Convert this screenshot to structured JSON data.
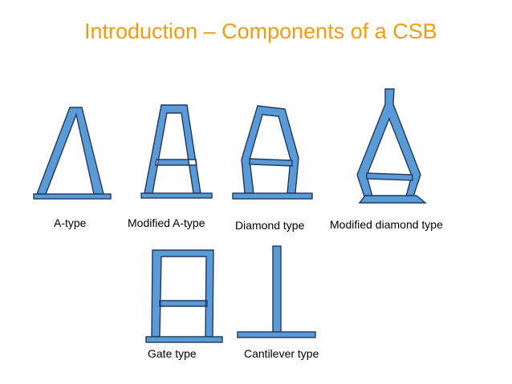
{
  "slide": {
    "title": "Introduction – Components of a CSB",
    "title_color": "#f39c12"
  },
  "tower_types": [
    {
      "label": "A-type"
    },
    {
      "label": "Modified A-type"
    },
    {
      "label": "Diamond type"
    },
    {
      "label": "Modified diamond type"
    },
    {
      "label": "Gate type"
    },
    {
      "label": "Cantilever type"
    }
  ],
  "colors": {
    "tower_fill": "#5b9bd5",
    "tower_outline": "#1f3864"
  }
}
